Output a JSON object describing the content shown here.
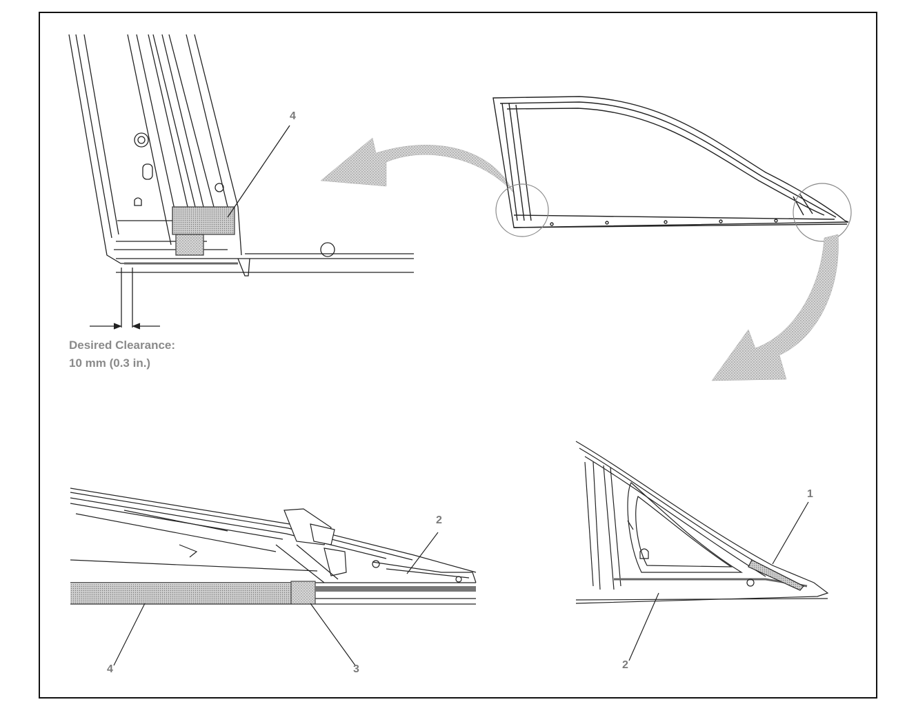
{
  "figure": {
    "clearance_title": "Desired Clearance:",
    "clearance_value": "10 mm (0.3 in.)"
  },
  "callouts": {
    "top_left_4": "4",
    "bottom_left_2": "2",
    "bottom_left_4": "4",
    "bottom_left_3": "3",
    "bottom_right_1": "1",
    "bottom_right_2": "2"
  },
  "colors": {
    "line": "#222222",
    "gray": "#9a9a9a",
    "shade": "#bdbdbd",
    "dark_strip": "#555555"
  }
}
